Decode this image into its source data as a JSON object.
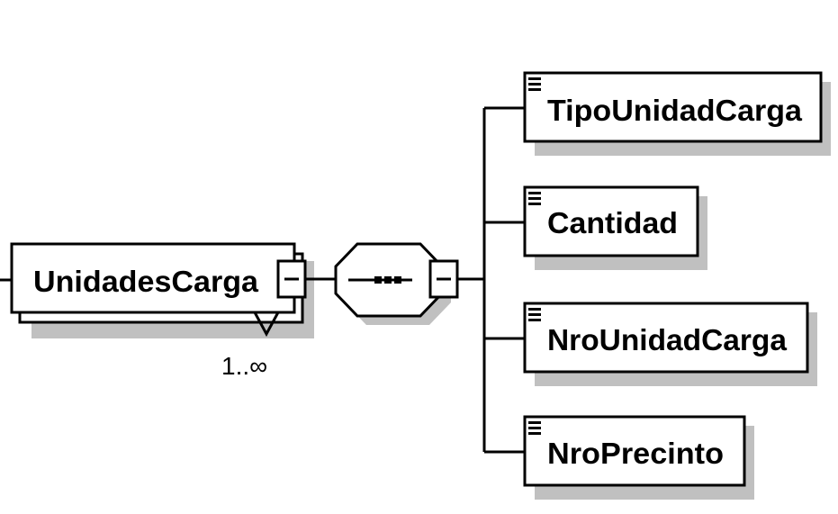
{
  "diagram": {
    "parent": {
      "label": "UnidadesCarga",
      "cardinality": "1..∞",
      "collapse_icon": "minus-box-icon"
    },
    "compositor": {
      "type": "sequence",
      "icon": "sequence-dots-icon",
      "collapse_icon": "minus-box-icon"
    },
    "children": [
      {
        "label": "TipoUnidadCarga",
        "icon": "text-lines-icon"
      },
      {
        "label": "Cantidad",
        "icon": "text-lines-icon"
      },
      {
        "label": "NroUnidadCarga",
        "icon": "text-lines-icon"
      },
      {
        "label": "NroPrecinto",
        "icon": "text-lines-icon"
      }
    ],
    "colors": {
      "shadow": "#c0c0c0",
      "line": "#000000",
      "box_fill": "#ffffff"
    }
  }
}
